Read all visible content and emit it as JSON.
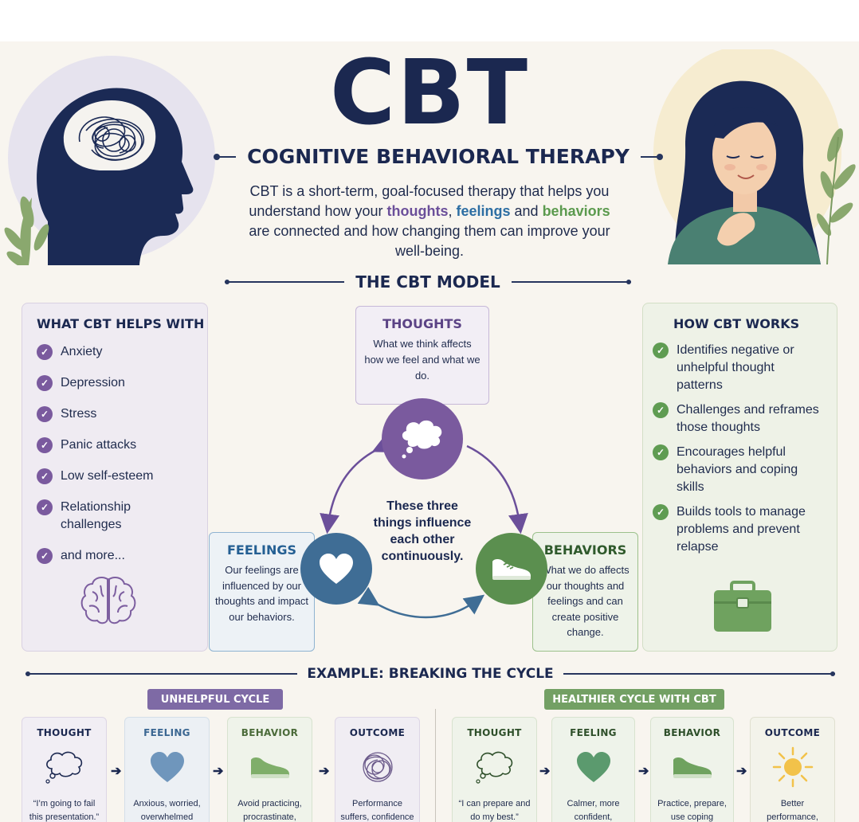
{
  "header": {
    "title": "CBT",
    "subtitle": "COGNITIVE BEHAVIORAL THERAPY",
    "intro_pre": "CBT is a short-term, goal-focused therapy that helps you understand how your ",
    "intro_thoughts": "thoughts",
    "intro_comma": ", ",
    "intro_feelings": "feelings",
    "intro_and": " and ",
    "intro_behaviors": "behaviors",
    "intro_post": " are connected and how changing them can improve your well-being."
  },
  "model": {
    "title": "THE CBT MODEL",
    "center_text": "These three things influence each other continuously.",
    "thoughts": {
      "title": "THOUGHTS",
      "desc": "What we think affects how we feel and what we do."
    },
    "feelings": {
      "title": "FEELINGS",
      "desc": "Our feelings are influenced by our thoughts and impact our behaviors."
    },
    "behaviors": {
      "title": "BEHAVIORS",
      "desc": "What we do affects our thoughts and feelings and can create positive change."
    }
  },
  "helps": {
    "title": "WHAT CBT HELPS WITH",
    "items": [
      "Anxiety",
      "Depression",
      "Stress",
      "Panic attacks",
      "Low self-esteem",
      "Relationship challenges",
      "and more..."
    ]
  },
  "works": {
    "title": "HOW CBT WORKS",
    "items": [
      "Identifies negative or unhelpful thought patterns",
      "Challenges and reframes those thoughts",
      "Encourages helpful behaviors and coping skills",
      "Builds tools to manage problems and prevent relapse"
    ]
  },
  "example": {
    "title": "EXAMPLE: BREAKING THE CYCLE",
    "unhelpful_label": "UNHELPFUL CYCLE",
    "healthier_label": "HEALTHIER CYCLE WITH CBT",
    "unhelpful": [
      {
        "title": "THOUGHT",
        "text": "“I’m going to fail this presentation.”"
      },
      {
        "title": "FEELING",
        "text": "Anxious, worried, overwhelmed"
      },
      {
        "title": "BEHAVIOR",
        "text": "Avoid practicing, procrastinate,"
      },
      {
        "title": "OUTCOME",
        "text": "Performance suffers, confidence drops,"
      }
    ],
    "healthier": [
      {
        "title": "THOUGHT",
        "text": "“I can prepare and do my best.”"
      },
      {
        "title": "FEELING",
        "text": "Calmer, more confident,"
      },
      {
        "title": "BEHAVIOR",
        "text": "Practice, prepare, use coping"
      },
      {
        "title": "OUTCOME",
        "text": "Better performance, confidence grows,"
      }
    ]
  },
  "colors": {
    "navy": "#1b2850",
    "purple": "#7a5a9e",
    "blue": "#3f6d95",
    "green": "#5b8f4f",
    "background": "#f8f5ef"
  },
  "icons": {
    "header_left": "head-with-tangled-brain-icon",
    "header_right": "calm-woman-icon",
    "thoughts": "thought-bubble-icon",
    "feelings": "heart-icon",
    "behaviors": "sneaker-icon",
    "helps_footer": "brain-icon",
    "works_footer": "toolbox-icon",
    "outcome_unhelpful": "tangled-scribble-icon",
    "outcome_healthier": "sun-icon",
    "check": "check-circle-icon"
  }
}
